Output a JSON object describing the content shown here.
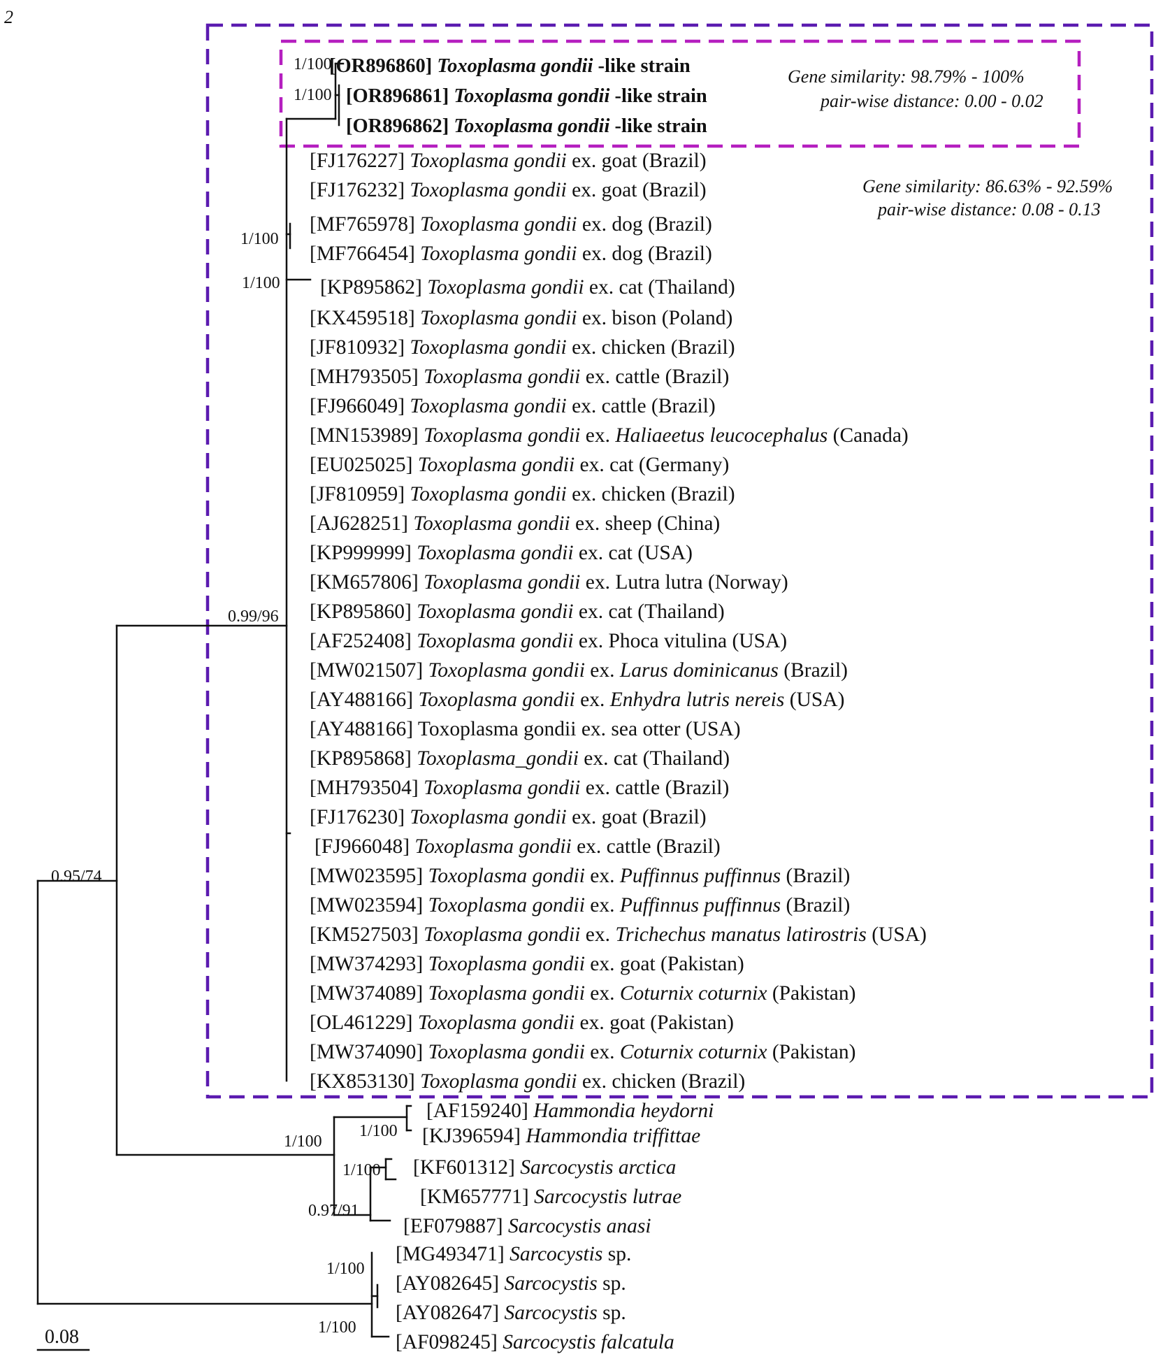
{
  "panel_label": "2",
  "scale_bar": {
    "label": "0.08"
  },
  "colors": {
    "outer_box": "#5b1bb0",
    "inner_box": "#b51fbf",
    "lines": "#111111"
  },
  "notes": {
    "inner": [
      "Gene similarity: 98.79%  - 100%",
      "pair-wise distance: 0.00 -  0.02"
    ],
    "outer": [
      "Gene similarity: 86.63%  - 92.59%",
      "pair-wise distance: 0.08 - 0.13"
    ]
  },
  "supports": {
    "root": "0.95/74",
    "toxo_clade": "0.99/96",
    "hl_outer": "1/100",
    "hl_inner": "1/100",
    "dog_pair": "1/100",
    "cat_kp895862": "1/100",
    "ham_sarco": "1/100",
    "hammondia": "1/100",
    "sarco_group": "0.97/91",
    "arctica_lutrae": "1/100",
    "sarco_sp_a": "1/100",
    "sarco_sp_b": "1/100"
  },
  "leaves": [
    {
      "acc": "[OR896860]",
      "genus": "Toxoplasma gondii",
      "host_pre": "",
      "host_it": "",
      "rest": " -like strain",
      "highlight": true
    },
    {
      "acc": "[OR896861]",
      "genus": "Toxoplasma gondii",
      "host_pre": "",
      "host_it": "",
      "rest": " -like strain",
      "highlight": true
    },
    {
      "acc": "[OR896862]",
      "genus": "Toxoplasma gondii",
      "host_pre": "",
      "host_it": "",
      "rest": " -like strain",
      "highlight": true
    },
    {
      "acc": "[FJ176227]",
      "genus": "Toxoplasma gondii",
      "host_pre": " ex. goat (Brazil)",
      "host_it": "",
      "rest": ""
    },
    {
      "acc": "[FJ176232]",
      "genus": "Toxoplasma gondii",
      "host_pre": " ex. goat (Brazil)",
      "host_it": "",
      "rest": ""
    },
    {
      "acc": "[MF765978]",
      "genus": "Toxoplasma gondii",
      "host_pre": " ex. dog (Brazil)",
      "host_it": "",
      "rest": ""
    },
    {
      "acc": "[MF766454]",
      "genus": "Toxoplasma gondii",
      "host_pre": " ex. dog (Brazil)",
      "host_it": "",
      "rest": ""
    },
    {
      "acc": "[KP895862]",
      "genus": "Toxoplasma gondii",
      "host_pre": " ex. cat (Thailand)",
      "host_it": "",
      "rest": ""
    },
    {
      "acc": "[KX459518]",
      "genus": "Toxoplasma gondii",
      "host_pre": " ex. bison (Poland)",
      "host_it": "",
      "rest": ""
    },
    {
      "acc": "[JF810932]",
      "genus": "Toxoplasma gondii",
      "host_pre": " ex. chicken (Brazil)",
      "host_it": "",
      "rest": ""
    },
    {
      "acc": "[MH793505]",
      "genus": "Toxoplasma gondii",
      "host_pre": " ex. cattle (Brazil)",
      "host_it": "",
      "rest": ""
    },
    {
      "acc": "[FJ966049]",
      "genus": "Toxoplasma gondii",
      "host_pre": " ex. cattle (Brazil)",
      "host_it": "",
      "rest": ""
    },
    {
      "acc": "[MN153989]",
      "genus": "Toxoplasma gondii",
      "host_pre": " ex. ",
      "host_it": "Haliaeetus leucocephalus",
      "rest": " (Canada)"
    },
    {
      "acc": "[EU025025]",
      "genus": "Toxoplasma gondii",
      "host_pre": " ex. cat (Germany)",
      "host_it": "",
      "rest": ""
    },
    {
      "acc": "[JF810959]",
      "genus": "Toxoplasma gondii",
      "host_pre": " ex. chicken (Brazil)",
      "host_it": "",
      "rest": ""
    },
    {
      "acc": "[AJ628251]",
      "genus": "Toxoplasma gondii",
      "host_pre": " ex. sheep (China)",
      "host_it": "",
      "rest": ""
    },
    {
      "acc": "[KP999999]",
      "genus": "Toxoplasma gondii",
      "host_pre": " ex. cat (USA)",
      "host_it": "",
      "rest": ""
    },
    {
      "acc": "[KM657806]",
      "genus": "Toxoplasma gondii",
      "host_pre": " ex. Lutra lutra (Norway)",
      "host_it": "",
      "rest": ""
    },
    {
      "acc": "[KP895860]",
      "genus": "Toxoplasma gondii",
      "host_pre": " ex. cat (Thailand)",
      "host_it": "",
      "rest": ""
    },
    {
      "acc": "[AF252408]",
      "genus": "Toxoplasma gondii",
      "host_pre": " ex. Phoca vitulina (USA)",
      "host_it": "",
      "rest": ""
    },
    {
      "acc": "[MW021507]",
      "genus": "Toxoplasma gondii",
      "host_pre": " ex. ",
      "host_it": "Larus dominicanus",
      "rest": " (Brazil)"
    },
    {
      "acc": "[AY488166]",
      "genus": "Toxoplasma gondii",
      "host_pre": " ex. ",
      "host_it": "Enhydra lutris nereis",
      "rest": " (USA)"
    },
    {
      "acc": "[AY488166]",
      "genus": "",
      "plain_genus": "Toxoplasma gondii",
      "host_pre": " ex. sea otter (USA)",
      "host_it": "",
      "rest": ""
    },
    {
      "acc": "[KP895868]",
      "genus": "Toxoplasma_gondii",
      "host_pre": " ex. cat (Thailand)",
      "host_it": "",
      "rest": ""
    },
    {
      "acc": "[MH793504]",
      "genus": "Toxoplasma gondii",
      "host_pre": " ex. cattle (Brazil)",
      "host_it": "",
      "rest": ""
    },
    {
      "acc": "[FJ176230]",
      "genus": "Toxoplasma gondii",
      "host_pre": " ex. goat (Brazil)",
      "host_it": "",
      "rest": ""
    },
    {
      "acc": "[FJ966048]",
      "genus": "Toxoplasma gondii",
      "host_pre": " ex. cattle (Brazil)",
      "host_it": "",
      "rest": ""
    },
    {
      "acc": "[MW023595]",
      "genus": "Toxoplasma gondii",
      "host_pre": " ex. ",
      "host_it": "Puffinnus puffinnus",
      "rest": " (Brazil)"
    },
    {
      "acc": "[MW023594]",
      "genus": "Toxoplasma gondii",
      "host_pre": " ex. ",
      "host_it": "Puffinnus puffinnus",
      "rest": " (Brazil)"
    },
    {
      "acc": "[KM527503]",
      "genus": "Toxoplasma gondii",
      "host_pre": " ex. ",
      "host_it": "Trichechus manatus latirostris",
      "rest": " (USA)"
    },
    {
      "acc": "[MW374293]",
      "genus": "Toxoplasma gondii",
      "host_pre": " ex. goat (Pakistan)",
      "host_it": "",
      "rest": ""
    },
    {
      "acc": "[MW374089]",
      "genus": "Toxoplasma gondii",
      "host_pre": " ex. ",
      "host_it": "Coturnix coturnix",
      "rest": " (Pakistan)"
    },
    {
      "acc": "[OL461229]",
      "genus": "Toxoplasma gondii",
      "host_pre": " ex. goat (Pakistan)",
      "host_it": "",
      "rest": ""
    },
    {
      "acc": "[MW374090]",
      "genus": "Toxoplasma gondii",
      "host_pre": " ex. ",
      "host_it": "Coturnix coturnix",
      "rest": " (Pakistan)"
    },
    {
      "acc": "[KX853130]",
      "genus": "Toxoplasma gondii",
      "host_pre": " ex. chicken (Brazil)",
      "host_it": "",
      "rest": ""
    },
    {
      "acc": "[AF159240]",
      "genus": "Hammondia heydorni",
      "host_pre": "",
      "host_it": "",
      "rest": ""
    },
    {
      "acc": "[KJ396594]",
      "genus": "Hammondia triffittae",
      "host_pre": "",
      "host_it": "",
      "rest": ""
    },
    {
      "acc": "[KF601312]",
      "genus": "Sarcocystis arctica",
      "host_pre": "",
      "host_it": "",
      "rest": ""
    },
    {
      "acc": "[KM657771]",
      "genus": "Sarcocystis lutrae",
      "host_pre": "",
      "host_it": "",
      "rest": ""
    },
    {
      "acc": "[EF079887]",
      "genus": "Sarcocystis anasi",
      "host_pre": "",
      "host_it": "",
      "rest": ""
    },
    {
      "acc": "[MG493471]",
      "genus": "Sarcocystis",
      "host_pre": " sp.",
      "host_it": "",
      "rest": ""
    },
    {
      "acc": "[AY082645]",
      "genus": "Sarcocystis",
      "host_pre": " sp.",
      "host_it": "",
      "rest": ""
    },
    {
      "acc": "[AY082647]",
      "genus": "Sarcocystis",
      "host_pre": " sp.",
      "host_it": "",
      "rest": ""
    },
    {
      "acc": "[AF098245]",
      "genus": "Sarcocystis falcatula",
      "host_pre": "",
      "host_it": "",
      "rest": ""
    }
  ]
}
